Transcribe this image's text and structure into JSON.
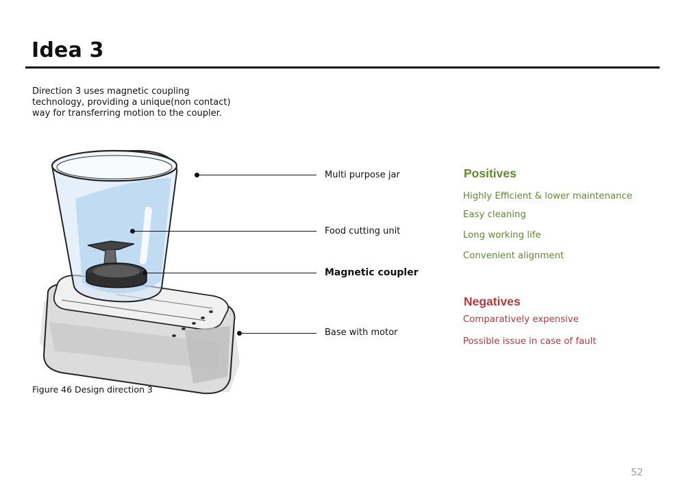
{
  "header": {
    "title": "Idea 3"
  },
  "intro": {
    "lines": [
      "Direction 3 uses magnetic coupling",
      "technology, providing a unique(non contact)",
      "way for transferring motion to the coupler."
    ]
  },
  "callouts": {
    "jar": "Multi purpose jar",
    "cutting_unit": "Food cutting unit",
    "coupler": "Magnetic coupler",
    "base": "Base with motor"
  },
  "figure": {
    "caption": "Figure 46 Design direction 3"
  },
  "positives": {
    "heading": "Positives",
    "color": "#5f8a2c",
    "items": [
      "Highly Efficient & lower maintenance",
      "Easy cleaning",
      "Long working life",
      "Convenient alignment"
    ]
  },
  "negatives": {
    "heading": "Negatives",
    "color": "#b8383a",
    "items": [
      "Comparatively expensive",
      "Possible issue in case of fault"
    ]
  },
  "footer": {
    "page_number": "52"
  }
}
